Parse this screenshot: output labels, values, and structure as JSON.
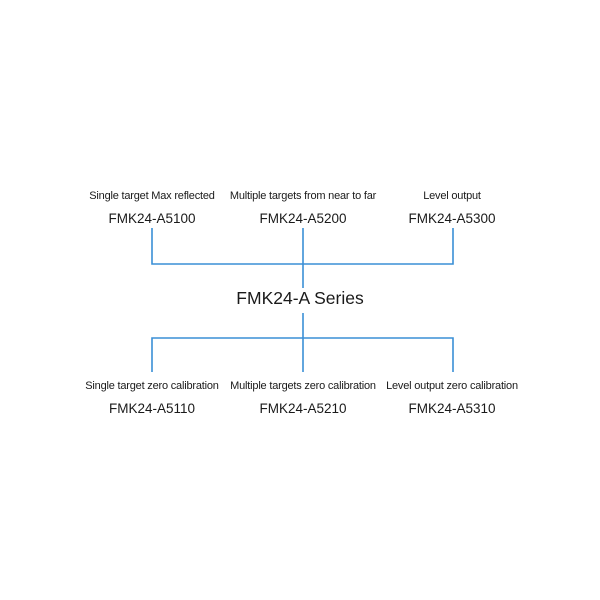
{
  "diagram": {
    "title": "FMK24-A Series",
    "line_color": "#3a8fd6",
    "top_items": [
      {
        "description": "Single target Max reflected",
        "model": "FMK24-A5100"
      },
      {
        "description": "Multiple targets from near to far",
        "model": "FMK24-A5200"
      },
      {
        "description": "Level output",
        "model": "FMK24-A5300"
      }
    ],
    "bottom_items": [
      {
        "description": "Single target zero calibration",
        "model": "FMK24-A5110"
      },
      {
        "description": "Multiple targets zero calibration",
        "model": "FMK24-A5210"
      },
      {
        "description": "Level output zero calibration",
        "model": "FMK24-A5310"
      }
    ]
  }
}
